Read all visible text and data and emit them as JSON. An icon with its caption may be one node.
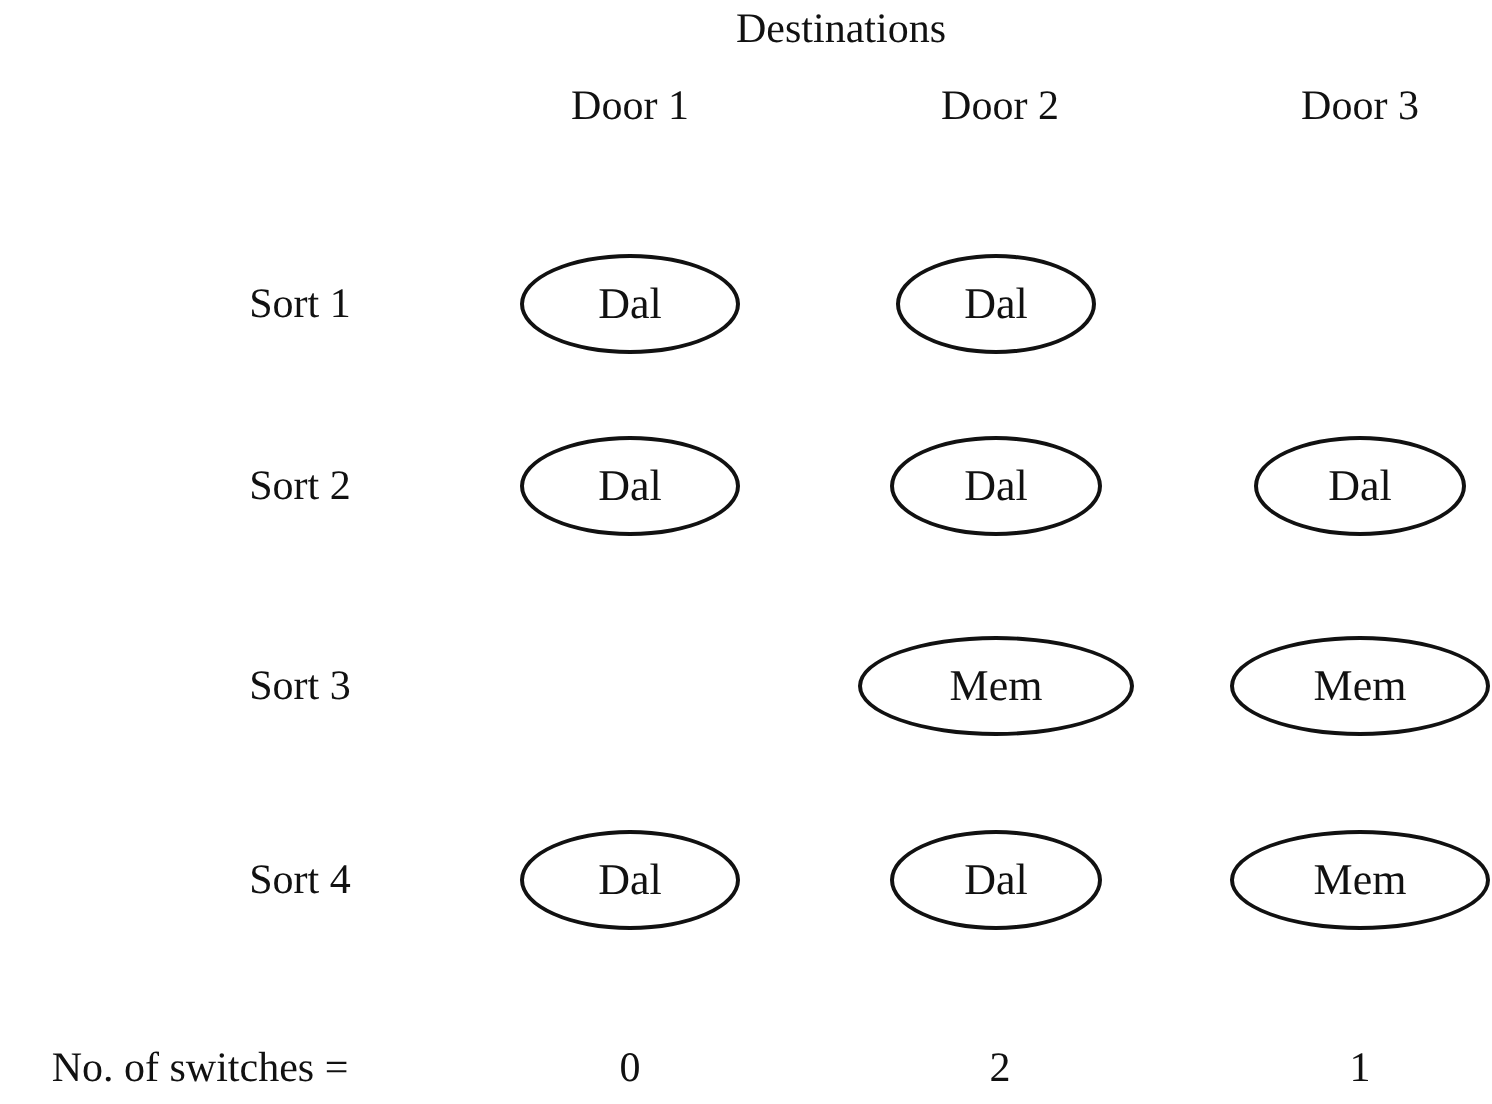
{
  "diagram": {
    "title": "Destinations",
    "nodes": [
      {
        "text": [
          "Dal"
        ]
      },
      {
        "text": [
          "Dal"
        ]
      },
      {
        "text": [
          "Dal"
        ]
      },
      {
        "text": [
          "Dal"
        ]
      },
      {
        "text": [
          "Dal"
        ]
      },
      {
        "text": [
          "Mem"
        ]
      },
      {
        "text": [
          "Mem"
        ]
      },
      {
        "text": [
          "Dal"
        ]
      },
      {
        "text": [
          "Dal"
        ]
      },
      {
        "text": [
          "Mem"
        ]
      }
    ],
    "labels": [
      "Door 1",
      "Door 2",
      "Door 3",
      "Sort 1",
      "Sort 2",
      "Sort 3",
      "Sort 4",
      "No. of switches =",
      "0",
      "2",
      "1"
    ]
  }
}
